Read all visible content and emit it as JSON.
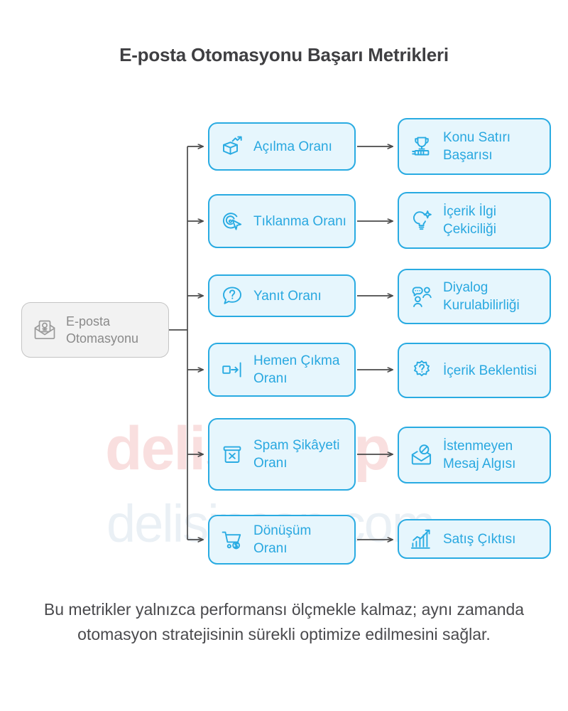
{
  "page": {
    "title": "E-posta Otomasyonu Başarı Metrikleri",
    "caption": "Bu metrikler yalnızca performansı ölçmekle kalmaz; aynı zamanda otomasyon stratejisinin sürekli optimize edilmesini sağlar.",
    "background_color": "#ffffff",
    "title_color": "#3f3f42",
    "caption_color": "#4a4a4d"
  },
  "theme": {
    "node_border": "#29abe2",
    "node_fill": "#e6f6fd",
    "node_text": "#29a8e0",
    "root_border": "#c4c4c4",
    "root_fill": "#f2f2f2",
    "root_text": "#8a8a8a",
    "connector": "#4a4a4a"
  },
  "watermarks": {
    "primary": "delisincap",
    "secondary": "delisincap.com",
    "primary_color": "#e26c6c",
    "secondary_color": "#96b6cd"
  },
  "root": {
    "label": "E-posta Otomasyonu",
    "icon": "email-automation-icon"
  },
  "metrics": [
    {
      "id": "acilma",
      "label": "Açılma Oranı",
      "icon": "open-box-growth-icon",
      "outcome": {
        "id": "konu",
        "label": "Konu Satırı Başarısı",
        "icon": "trophy-icon"
      }
    },
    {
      "id": "tiklanma",
      "label": "Tıklanma Oranı",
      "icon": "click-cursor-icon",
      "outcome": {
        "id": "icerik-ilgi",
        "label": "İçerik İlgi Çekiciliği",
        "icon": "lightbulb-sparkle-icon"
      }
    },
    {
      "id": "yanit",
      "label": "Yanıt Oranı",
      "icon": "question-bubble-icon",
      "outcome": {
        "id": "diyalog",
        "label": "Diyalog Kurulabilirliği",
        "icon": "people-chat-icon"
      }
    },
    {
      "id": "hemen",
      "label": "Hemen Çıkma Oranı",
      "icon": "exit-arrow-icon",
      "outcome": {
        "id": "beklenti",
        "label": "İçerik Beklentisi",
        "icon": "question-cloud-icon"
      }
    },
    {
      "id": "spam",
      "label": "Spam Şikâyeti Oranı",
      "icon": "trash-x-icon",
      "outcome": {
        "id": "istenmeyen",
        "label": "İstenmeyen Mesaj Algısı",
        "icon": "blocked-envelope-icon"
      }
    },
    {
      "id": "donusum",
      "label": "Dönüşüm Oranı",
      "icon": "cart-dollar-icon",
      "outcome": {
        "id": "satis",
        "label": "Satış Çıktısı",
        "icon": "bar-chart-growth-icon"
      }
    }
  ]
}
